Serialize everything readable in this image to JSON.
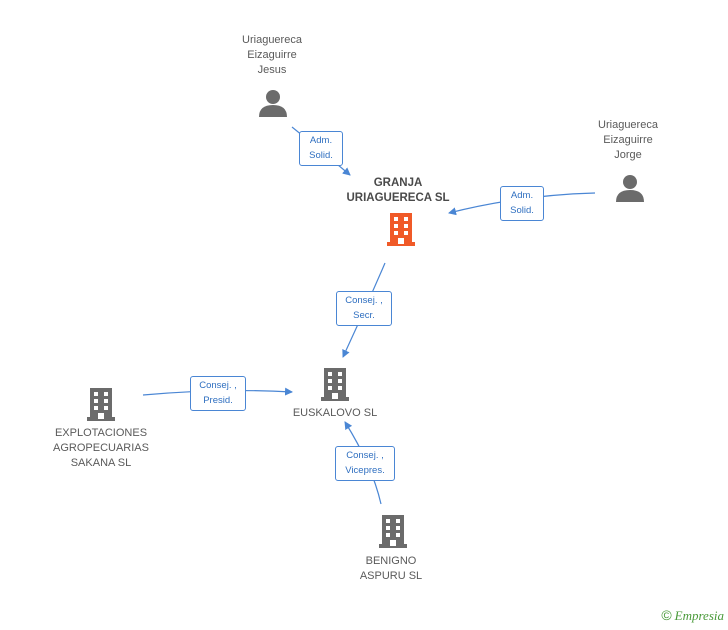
{
  "nodes": {
    "jesus": {
      "label": "Uriaguereca\nEizaguirre\nJesus",
      "type": "person"
    },
    "jorge": {
      "label": "Uriaguereca\nEizaguirre\nJorge",
      "type": "person"
    },
    "granja": {
      "label": "GRANJA\nURIAGUERECA SL",
      "type": "company",
      "color": "#f05a28"
    },
    "euskalovo": {
      "label": "EUSKALOVO SL",
      "type": "company"
    },
    "explotaciones": {
      "label": "EXPLOTACIONES\nAGROPECUARIAS\nSAKANA SL",
      "type": "company"
    },
    "benigno": {
      "label": "BENIGNO\nASPURU SL",
      "type": "company"
    }
  },
  "edges": {
    "jesus_granja": "Adm.\nSolid.",
    "jorge_granja": "Adm.\nSolid.",
    "granja_euskalovo": "Consej. ,\nSecr.",
    "explotaciones_euskalovo": "Consej. ,\nPresid.",
    "benigno_euskalovo": "Consej. ,\nVicepres."
  },
  "brand": {
    "copyright": "©",
    "name": "Empresia"
  },
  "colors": {
    "edge": "#4a86d4",
    "icon": "#6b6b6b",
    "highlight": "#f05a28"
  }
}
